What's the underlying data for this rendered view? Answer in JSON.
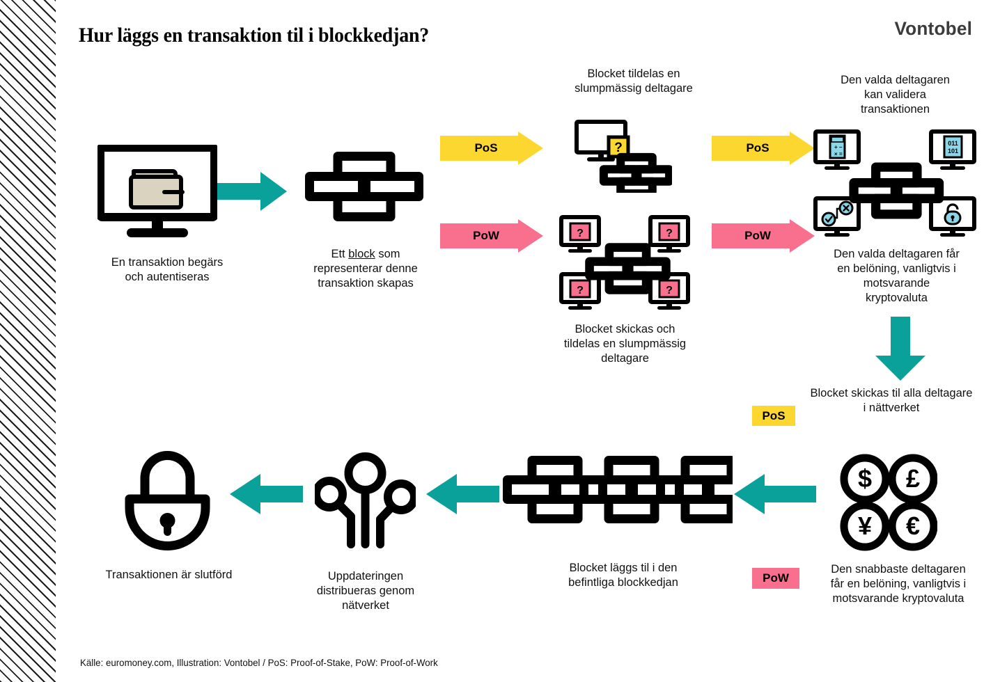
{
  "header": {
    "title": "Hur läggs en transaktion til i blockkedjan?",
    "logo": "Vontobel"
  },
  "colors": {
    "teal": "#0AA19B",
    "yellow": "#FCD730",
    "pink": "#F9708F",
    "cyan": "#8CD6E8",
    "beige": "#D9D3BF",
    "black": "#000000",
    "logo_gray": "#3b3b3b"
  },
  "steps": {
    "request": {
      "caption": "En transaktion begärs\noch autentiseras",
      "icon": "monitor-wallet-icon"
    },
    "block_created": {
      "caption_prefix": "Ett ",
      "caption_link": "block",
      "caption_suffix": " som\nrepresenterar denne\ntransaktion skapas",
      "icon": "block-icon"
    },
    "pos_assign": {
      "caption": "Blocket tildelas en\nslumpmässig deltagare",
      "icon": "monitor-question-block-icon"
    },
    "pow_assign": {
      "caption": "Blocket skickas och\ntildelas en slumpmässig\ndeltagare",
      "icon": "four-monitors-question-block-icon"
    },
    "validate": {
      "caption": "Den valda deltagaren\nkan validera\ntransaktionen",
      "icon": "four-monitors-validate-block-icon"
    },
    "reward_pos": {
      "caption": "Den valda deltagaren får\nen belöning, vanligtvis i\nmotsvarande\nkryptovaluta"
    },
    "broadcast": {
      "caption": "Blocket skickas til alla deltagare\ni nättverket",
      "badge": "PoS"
    },
    "reward_pow": {
      "caption": "Den snabbaste deltagaren\nfår en belöning, vanligtvis i\nmotsvarande kryptovaluta",
      "badge": "PoW",
      "icon": "currency-coins-icon"
    },
    "appended": {
      "caption": "Blocket läggs til i den\nbefintliga blockkedjan",
      "icon": "blockchain-three-blocks-icon"
    },
    "distributed": {
      "caption": "Uppdateringen\ndistribueras genom\nnätverket",
      "icon": "network-nodes-icon"
    },
    "completed": {
      "caption": "Transaktionen är slutförd",
      "icon": "padlock-icon"
    }
  },
  "arrows": {
    "pos_top_label": "PoS",
    "pos_second_label": "PoS",
    "pow_top_label": "PoW",
    "pow_second_label": "PoW"
  },
  "currencies": [
    "$",
    "£",
    "¥",
    "€"
  ],
  "footer": {
    "source": "Källe: euromoney.com, Illustration: Vontobel / PoS: Proof-of-Stake, PoW: Proof-of-Work"
  }
}
